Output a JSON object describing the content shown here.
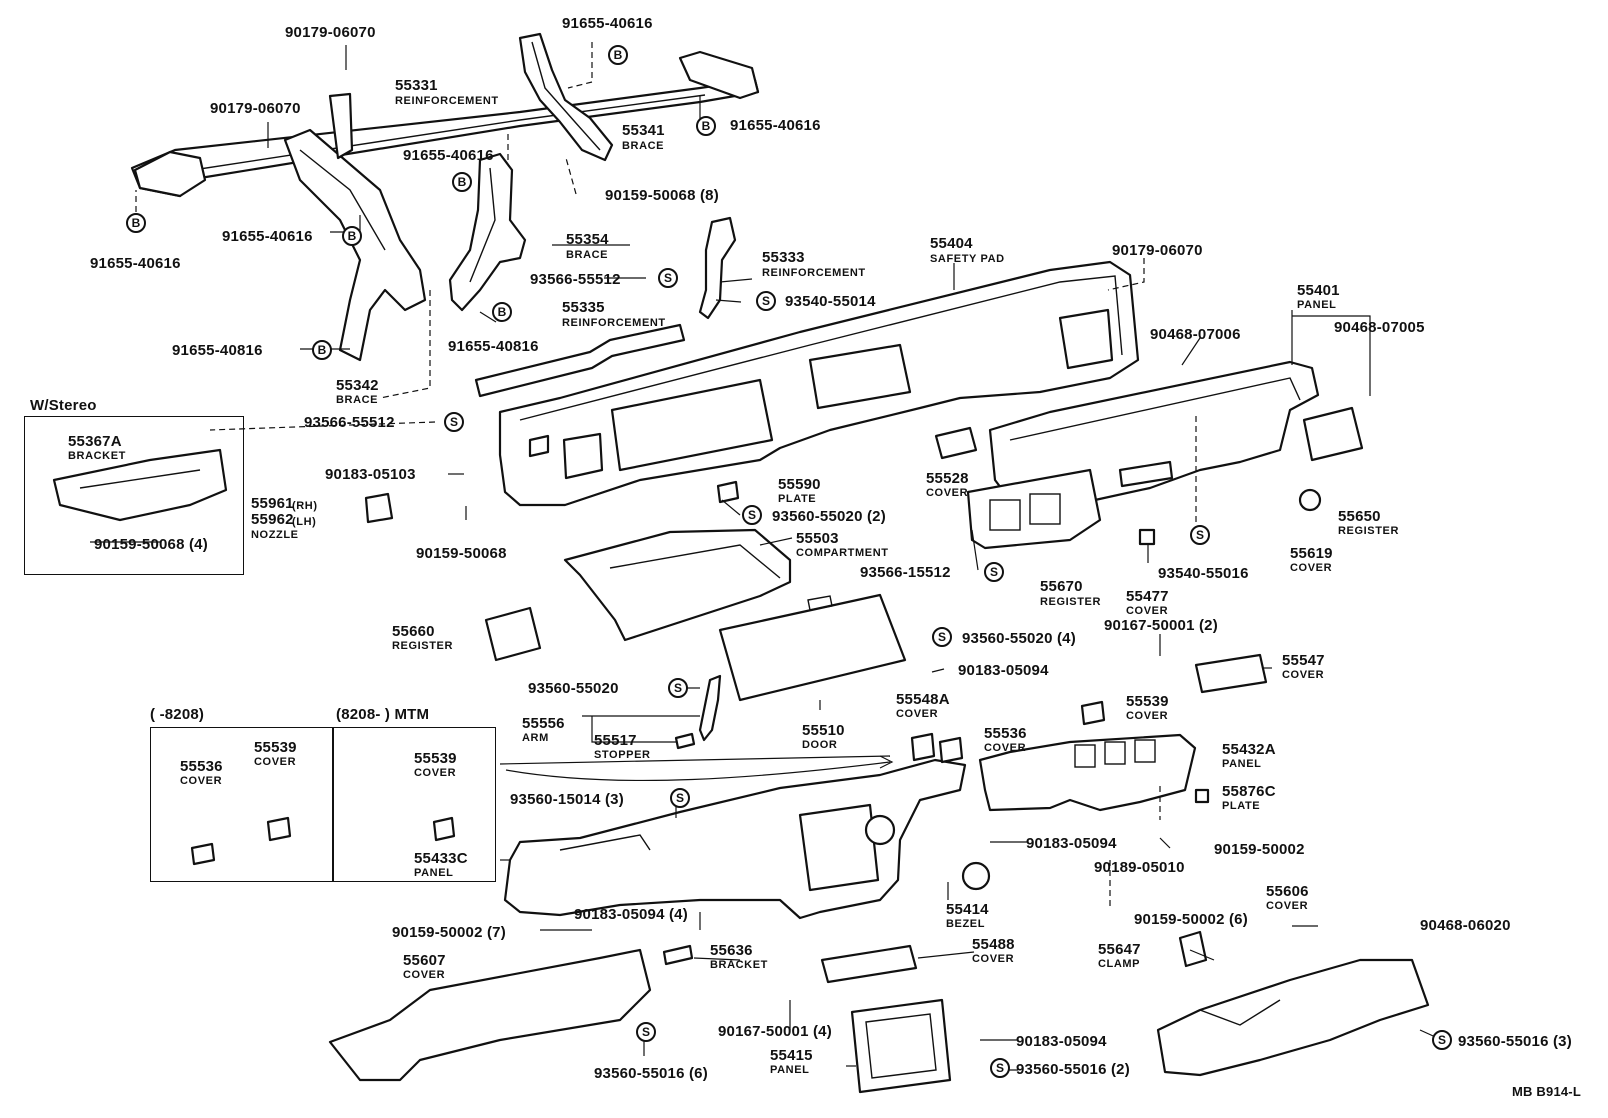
{
  "callouts": {
    "c90179a": "90179-06070",
    "c90179b": "90179-06070",
    "c90179c": "90179-06070",
    "c91655a": "91655-40616",
    "c91655b": "91655-40616",
    "c91655c": "91655-40616",
    "c91655d": "91655-40616",
    "c91655e": "91655-40616",
    "c91655f": "91655-40816",
    "c91655g": "91655-40816",
    "c55331": "55331",
    "n55331": "REINFORCEMENT",
    "c55341": "55341",
    "n55341": "BRACE",
    "c90159a": "90159-50068 (8)",
    "c55354": "55354",
    "n55354": "BRACE",
    "c55333": "55333",
    "n55333": "REINFORCEMENT",
    "c93566a": "93566-55512",
    "c93540a": "93540-55014",
    "c55404": "55404",
    "n55404": "SAFETY PAD",
    "c55401": "55401",
    "n55401": "PANEL",
    "c90468a": "90468-07006",
    "c90468b": "90468-07005",
    "c55335": "55335",
    "n55335": "REINFORCEMENT",
    "c55342": "55342",
    "n55342": "BRACE",
    "c93566b": "93566-55512",
    "wstereo": "W/Stereo",
    "c55367A": "55367A",
    "n55367A": "BRACKET",
    "c90159b": "90159-50068 (4)",
    "c90183a": "90183-05103",
    "c55961": "55961",
    "c55961rh": "(RH)",
    "c55962": "55962",
    "c55962lh": "(LH)",
    "n55961": "NOZZLE",
    "c90159c": "90159-50068",
    "c55590": "55590",
    "n55590": "PLATE",
    "c93560a": "93560-55020 (2)",
    "c55503": "55503",
    "n55503": "COMPARTMENT",
    "c55528": "55528",
    "n55528": "COVER",
    "c93566c": "93566-15512",
    "c55670": "55670",
    "n55670": "REGISTER",
    "c93540b": "93540-55016",
    "c55477": "55477",
    "n55477": "COVER",
    "c55650": "55650",
    "n55650": "REGISTER",
    "c55619": "55619",
    "n55619": "COVER",
    "c55660": "55660",
    "n55660": "REGISTER",
    "c93560b": "93560-55020 (4)",
    "c90183b": "90183-05094",
    "c90167a": "90167-50001 (2)",
    "c55547": "55547",
    "n55547": "COVER",
    "c93560c": "93560-55020",
    "c55556": "55556",
    "n55556": "ARM",
    "c55517": "55517",
    "n55517": "STOPPER",
    "c55510": "55510",
    "n55510": "DOOR",
    "c55548A": "55548A",
    "n55548A": "COVER",
    "c55536a": "55536",
    "n55536a": "COVER",
    "c55539a": "55539",
    "n55539a": "COVER",
    "c55432A": "55432A",
    "n55432A": "PANEL",
    "c55876C": "55876C",
    "n55876C": "PLATE",
    "range1": "(      -8208)",
    "range2": "(8208-      ) MTM",
    "c55536b": "55536",
    "n55536b": "COVER",
    "c55539b": "55539",
    "n55539b": "COVER",
    "c55539c": "55539",
    "n55539c": "COVER",
    "c93560d": "93560-15014 (3)",
    "c55433C": "55433C",
    "n55433C": "PANEL",
    "c90183c": "90183-05094",
    "c90159d": "90159-50002",
    "c90189": "90189-05010",
    "c55414": "55414",
    "n55414": "BEZEL",
    "c90183d": "90183-05094 (4)",
    "c90159e": "90159-50002 (7)",
    "c55636": "55636",
    "n55636": "BRACKET",
    "c55488": "55488",
    "n55488": "COVER",
    "c90159f": "90159-50002 (6)",
    "c55606": "55606",
    "n55606": "COVER",
    "c90468c": "90468-06020",
    "c55647": "55647",
    "n55647": "CLAMP",
    "c55607": "55607",
    "n55607": "COVER",
    "c93560e": "93560-55016 (6)",
    "c90167b": "90167-50001 (4)",
    "c90183e": "90183-05094",
    "c93560f": "93560-55016 (2)",
    "c55415": "55415",
    "n55415": "PANEL",
    "c93560g": "93560-55016 (3)",
    "footer": "MB  B914-L"
  },
  "badges": {
    "b": "B",
    "s": "S"
  }
}
